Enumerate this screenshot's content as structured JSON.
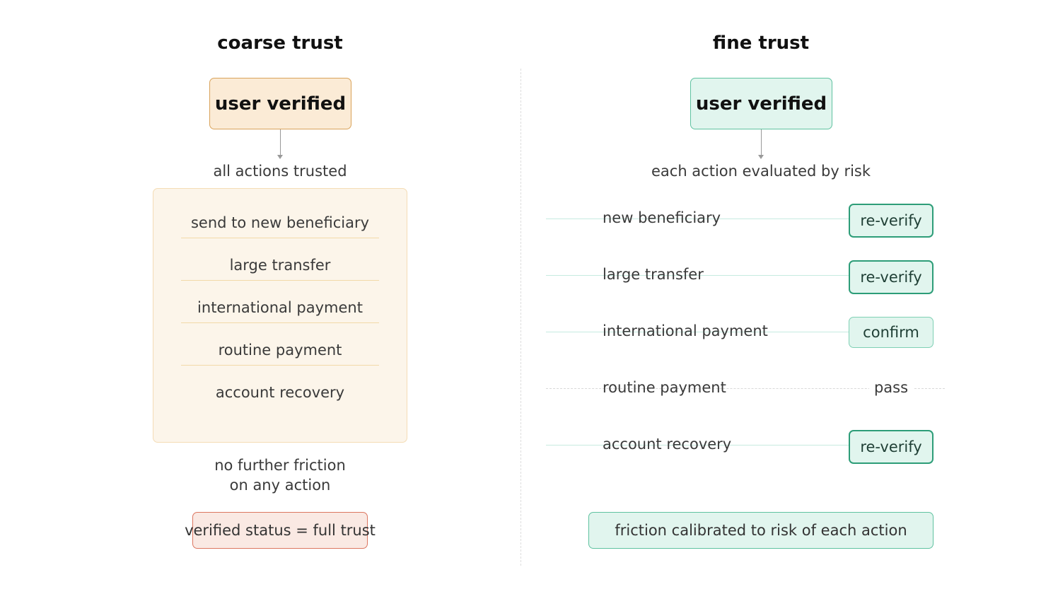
{
  "colors": {
    "coarse_accent": "#d9a35a",
    "coarse_fill": "#fbebd6",
    "fine_accent": "#5fc2a0",
    "fine_fill": "#e1f5ee",
    "warning_fill": "#fae9e3",
    "warning_border": "#dc7660"
  },
  "coarse": {
    "title": "coarse trust",
    "top_box": "user verified",
    "caption": "all actions trusted",
    "actions": [
      "send to new beneficiary",
      "large transfer",
      "international payment",
      "routine payment",
      "account recovery"
    ],
    "note_line1": "no further friction",
    "note_line2": "on any action",
    "bottom_box": "verified status = full trust"
  },
  "fine": {
    "title": "fine trust",
    "top_box": "user verified",
    "caption": "each action evaluated by risk",
    "actions": [
      {
        "label": "new beneficiary",
        "outcome": "re-verify"
      },
      {
        "label": "large transfer",
        "outcome": "re-verify"
      },
      {
        "label": "international payment",
        "outcome": "confirm"
      },
      {
        "label": "routine payment",
        "outcome": "pass"
      },
      {
        "label": "account recovery",
        "outcome": "re-verify"
      }
    ],
    "bottom_box": "friction calibrated to risk of each action"
  }
}
